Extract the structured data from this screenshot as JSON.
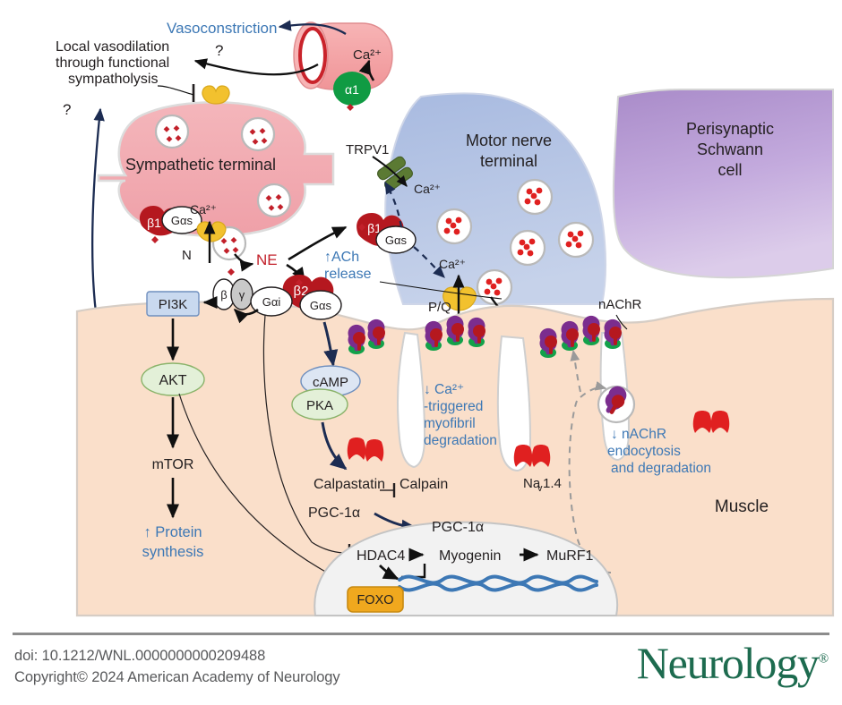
{
  "figure": {
    "vessel": {
      "vasoconstriction": "Vasoconstriction",
      "calcium": "Ca²⁺",
      "alpha1": "α1"
    },
    "sympathetic": {
      "title": "Sympathetic terminal",
      "vasodilation": "Local vasodilation\nthrough functional\nsympatholysis",
      "vasodilation_l1": "Local vasodilation",
      "vasodilation_l2": "through functional",
      "vasodilation_l3": "sympatholysis",
      "q1": "?",
      "q2": "?",
      "beta1": "β1",
      "gas": "Gαs",
      "calcium": "Ca²⁺",
      "n_channel": "N",
      "ne": "NE"
    },
    "motor": {
      "title_l1": "Motor nerve",
      "title_l2": "terminal",
      "trpv1": "TRPV1",
      "beta1": "β1",
      "gas": "Gαs",
      "calcium_trpv": "Ca²⁺",
      "calcium_pq": "Ca²⁺",
      "pq_channel": "P/Q",
      "ach_release_l1": "↑ACh",
      "ach_release_l2": "release",
      "ach": "ACh"
    },
    "schwann": {
      "title_l1": "Perisynaptic",
      "title_l2": "Schwann",
      "title_l3": "cell"
    },
    "muscle": {
      "title": "Muscle",
      "nachr": "nAChR",
      "nav": "Na",
      "nav_sub": "v",
      "nav_num": "1.4",
      "pi3k": "PI3K",
      "beta_sub": "β",
      "gamma_sub": "γ",
      "gai": "Gαi",
      "gas": "Gαs",
      "beta2": "β2",
      "akt": "AKT",
      "mtor": "mTOR",
      "camp": "cAMP",
      "pka": "PKA",
      "protein_synth_l1": "↑ Protein",
      "protein_synth_l2": "synthesis",
      "calpastatin": "Calpastatin",
      "calpain": "Calpain",
      "pgc1a_cyto": "PGC-1α",
      "pgc1a_nuc": "PGC-1α",
      "hdac4": "HDAC4",
      "myogenin": "Myogenin",
      "murf1": "MuRF1",
      "foxo": "FOXO",
      "ca_degrad_l1": "↓ Ca²⁺",
      "ca_degrad_l2": "-triggered",
      "ca_degrad_l3": "myofibril",
      "ca_degrad_l4": "degradation",
      "endo_l1": "↓ nAChR",
      "endo_l2": "endocytosis",
      "endo_l3": "and degradation"
    }
  },
  "footer": {
    "doi": "doi: 10.1212/WNL.0000000000209488",
    "copyright": "Copyright© 2024 American Academy of Neurology",
    "logo": "Neurology",
    "logo_mark": "®"
  },
  "colors": {
    "sympathetic_pink": "#f2aeb4",
    "vessel_pink": "#f5a3a6",
    "vessel_lumen_red": "#c9232b",
    "motor_blue": "#aebde2",
    "schwann_purple_top": "#b193cf",
    "schwann_purple_bottom": "#d6c2e6",
    "muscle_peach": "#fadfca",
    "nucleus_gray": "#f0f0f0",
    "accent_blue_text": "#3d78b5",
    "accent_red_text": "#c2202a",
    "receptor_red": "#b5181f",
    "receptor_purple": "#7b2d8e",
    "receptor_green": "#13a14a",
    "alpha1_green": "#109b43",
    "trpv1_green": "#5b7a33",
    "channel_yellow": "#f2c12e",
    "foxo_gold": "#f0a81e",
    "dna_blue": "#3d78b5",
    "arrow_navy": "#1c2c52",
    "logo_green": "#1d6b4f",
    "footer_gray": "#58595b"
  }
}
